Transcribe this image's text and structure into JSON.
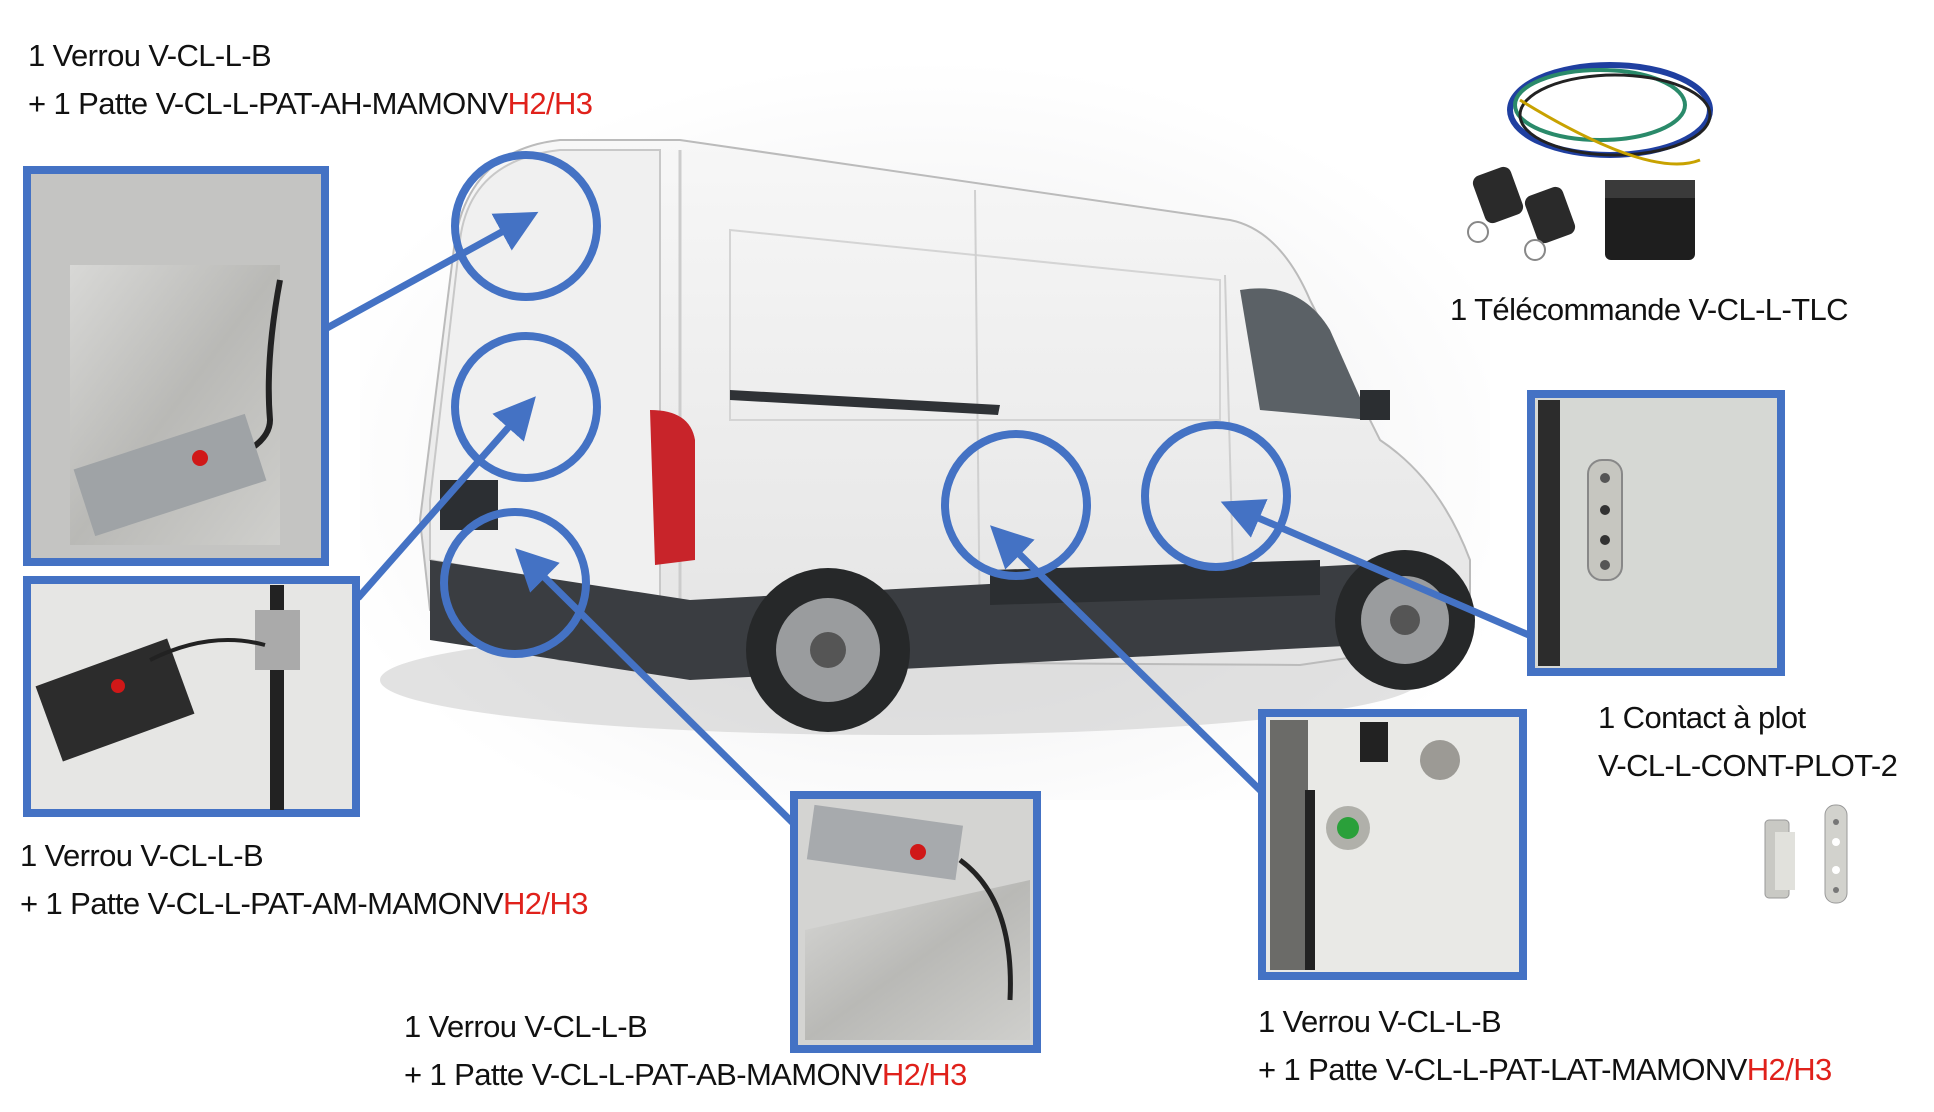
{
  "colors": {
    "accent_blue": "#4472C4",
    "highlight_red": "#E0211B"
  },
  "labels": {
    "top_left": {
      "line1": "1 Verrou V-CL-L-B",
      "line2_prefix": "+ 1 Patte V-CL-L-PAT-AH-MAMONV",
      "line2_suffix": "H2/H3"
    },
    "middle_left": {
      "line1": "1 Verrou V-CL-L-B",
      "line2_prefix": "+ 1 Patte V-CL-L-PAT-AM-MAMONV",
      "line2_suffix": "H2/H3"
    },
    "bottom_center": {
      "line1": "1 Verrou V-CL-L-B",
      "line2_prefix": "+ 1 Patte V-CL-L-PAT-AB-MAMONV",
      "line2_suffix": "H2/H3"
    },
    "bottom_right": {
      "line1": "1 Verrou V-CL-L-B",
      "line2_prefix": "+ 1 Patte V-CL-L-PAT-LAT-MAMONV",
      "line2_suffix": "H2/H3"
    },
    "contact": {
      "line1": "1 Contact à plot",
      "line2": "V-CL-L-CONT-PLOT-2"
    },
    "remote": {
      "line1": "1 Télécommande V-CL-L-TLC"
    }
  }
}
